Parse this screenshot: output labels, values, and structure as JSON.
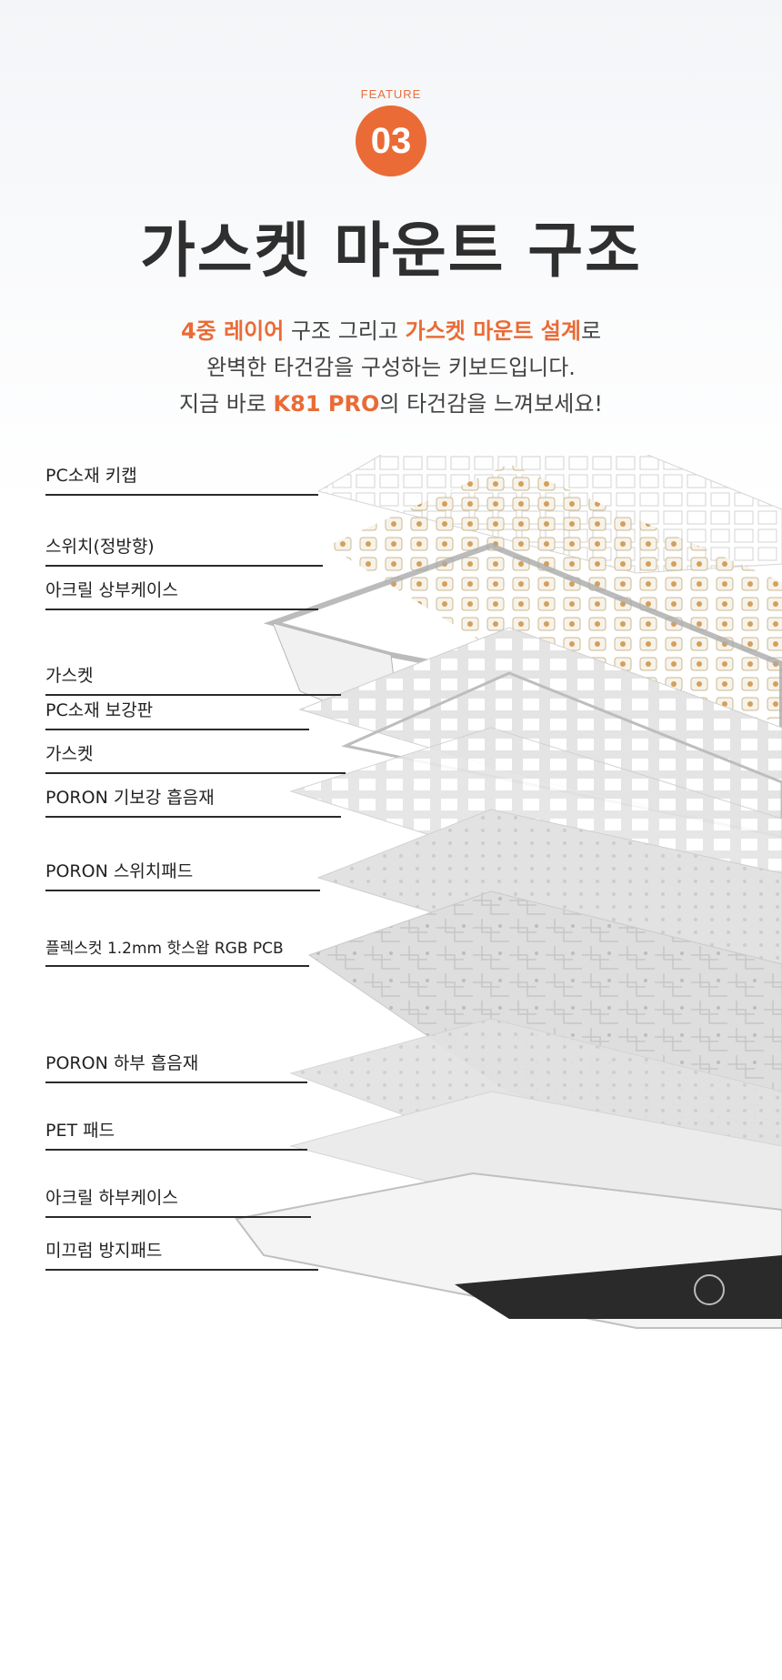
{
  "header": {
    "feature_label": "FEATURE",
    "number": "03",
    "title": "가스켓 마운트 구조"
  },
  "description": {
    "line1": [
      {
        "text": "4중 레이어",
        "highlight": true
      },
      {
        "text": " 구조 그리고 ",
        "highlight": false
      },
      {
        "text": "가스켓 마운트 설계",
        "highlight": true
      },
      {
        "text": "로",
        "highlight": false
      }
    ],
    "line2": [
      {
        "text": "완벽한 타건감을 구성하는 키보드입니다.",
        "highlight": false
      }
    ],
    "line3": [
      {
        "text": "지금 바로 ",
        "highlight": false
      },
      {
        "text": "K81 PRO",
        "highlight": true
      },
      {
        "text": "의 타건감을 느껴보세요!",
        "highlight": false
      }
    ]
  },
  "layers": [
    {
      "label": "PC소재 키캡"
    },
    {
      "label": "스위치(정방향)"
    },
    {
      "label": "아크릴 상부케이스"
    },
    {
      "label": "가스켓"
    },
    {
      "label": "PC소재 보강판"
    },
    {
      "label": "가스켓"
    },
    {
      "label": "PORON 기보강 흡음재"
    },
    {
      "label": "PORON 스위치패드"
    },
    {
      "label": "플렉스컷 1.2mm 핫스왑 RGB PCB"
    },
    {
      "label": "PORON 하부 흡음재"
    },
    {
      "label": "PET 패드"
    },
    {
      "label": "아크릴 하부케이스"
    },
    {
      "label": "미끄럼 방지패드"
    }
  ],
  "colors": {
    "accent": "#ea6b36",
    "title": "#2f2f2f",
    "line": "#2a2a2a"
  }
}
